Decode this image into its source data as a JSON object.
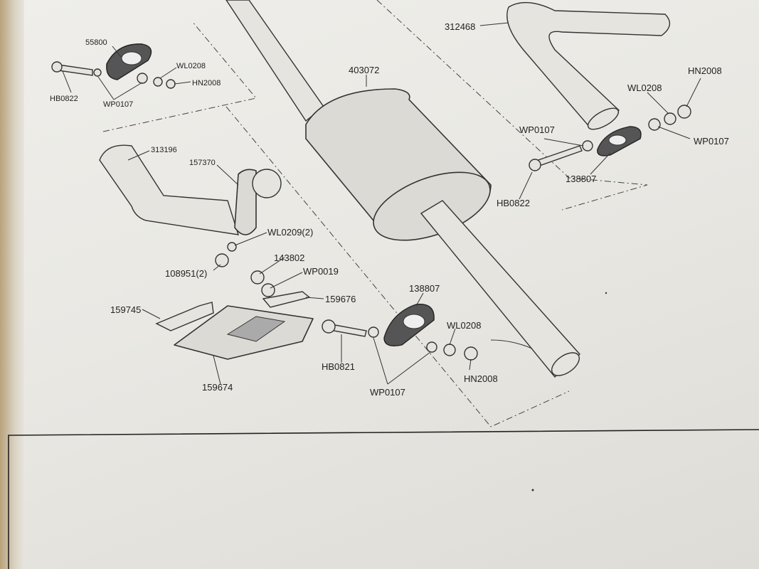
{
  "labels": {
    "p55800": "55800",
    "hb0822_a": "HB0822",
    "wp0107_a": "WP0107",
    "wl0208_a": "WL0208",
    "hn2008_a": "HN2008",
    "p403072": "403072",
    "p312468": "312468",
    "hn2008_b": "HN2008",
    "wl0208_b": "WL0208",
    "wp0107_b": "WP0107",
    "wp0107_c": "WP0107",
    "p138807_a": "138807",
    "hb0822_b": "HB0822",
    "p313196": "313196",
    "p157370": "157370",
    "wl0209": "WL0209(2)",
    "p108951": "108951(2)",
    "p143802": "143802",
    "wp0019": "WP0019",
    "p159676": "159676",
    "p159745": "159745",
    "p138807_b": "138807",
    "wl0208_c": "WL0208",
    "hb0821": "HB0821",
    "p159674": "159674",
    "wp0107_d": "WP0107",
    "hn2008_c": "HN2008"
  }
}
